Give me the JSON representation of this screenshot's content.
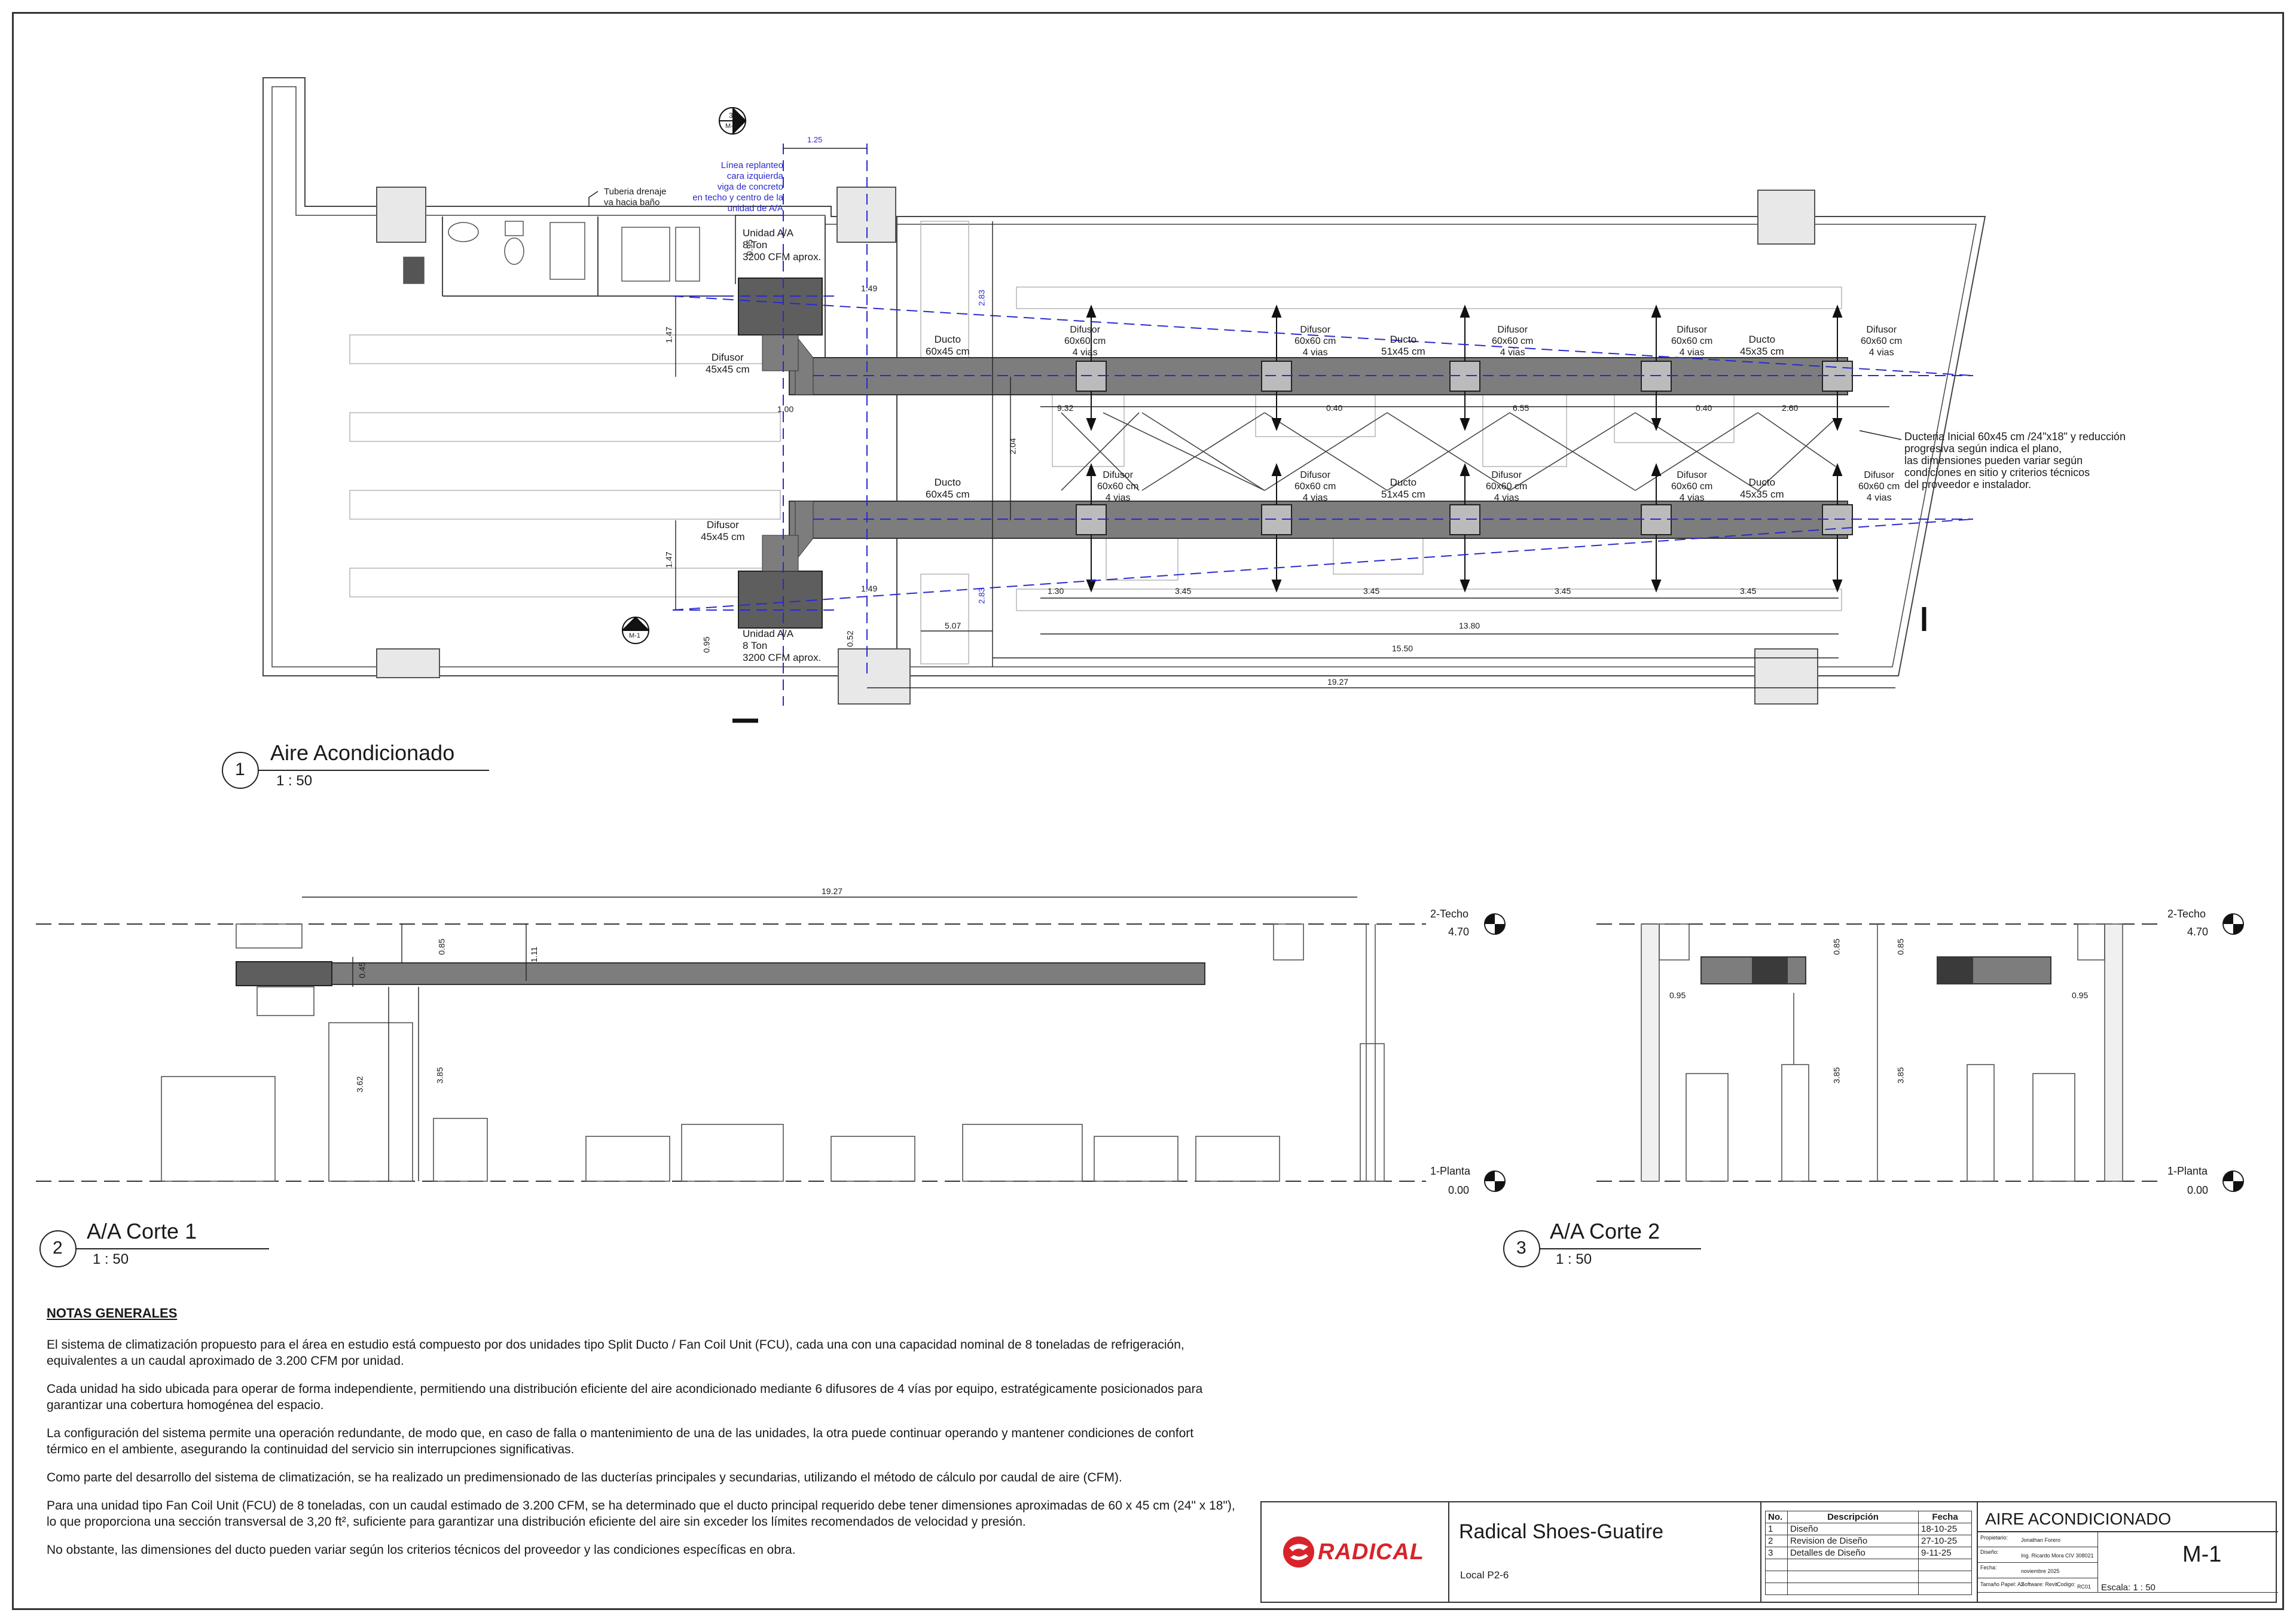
{
  "plan": {
    "title": "Aire Acondicionado",
    "scale": "1 : 50",
    "number": "1",
    "labels": {
      "drain": "Tuberia drenaje\nva hacia baño",
      "replanteo": "Línea replanteo\ncara izquierda\nviga de concreto\nen techo y centro de la\nunidad de A/A",
      "unit_top": "Unidad A/A\n8 Ton\n3200 CFM aprox.",
      "unit_bottom": "Unidad A/A\n8 Ton\n3200 CFM aprox.",
      "dif_45_top": "Difusor\n45x45 cm",
      "dif_45_bottom": "Difusor\n45x45 cm",
      "ducto_60_top": "Ducto\n60x45 cm",
      "ducto_60_bottom": "Ducto\n60x45 cm",
      "ducto_51_top": "Ducto\n51x45 cm",
      "ducto_51_bottom": "Ducto\n51x45 cm",
      "ducto_45_top": "Ducto\n45x35 cm",
      "ducto_45_bottom": "Ducto\n45x35 cm",
      "difusor_4v": "Difusor\n60x60 cm\n4 vias",
      "note_ducteria": "Ducteria Inicial 60x45 cm /24\"x18\" y reducción\nprogresiva según indica el plano,\nlas dimensiones pueden variar según\ncondiciones en sitio y criterios técnicos\ndel proveedor e instalador."
    },
    "dims": {
      "d125": "1.25",
      "d095a": "0.95",
      "d149a": "1.49",
      "d283a": "2.83",
      "d147a": "1.47",
      "d100": "1.00",
      "d204": "2.04",
      "d147b": "1.47",
      "d149b": "1.49",
      "d283b": "2.83",
      "d095b": "0.95",
      "d052": "0.52",
      "d507": "5.07",
      "d130": "1.30",
      "d345a": "3.45",
      "d345b": "3.45",
      "d345c": "3.45",
      "d345d": "3.45",
      "d1380": "13.80",
      "d1550": "15.50",
      "d1927": "19.27",
      "d932": "9.32",
      "d040a": "0.40",
      "d655": "6.55",
      "d040b": "0.40",
      "d260": "2.60"
    },
    "callouts": {
      "sec3_num": "3",
      "sec3_sheet": "M-1",
      "sec2_num": "2",
      "sec2_sheet": "M-1"
    }
  },
  "section1": {
    "title": "A/A Corte 1",
    "scale": "1 : 50",
    "number": "2",
    "dims": {
      "d1927": "19.27",
      "d045": "0.45",
      "d085": "0.85",
      "d111": "1.11",
      "d362": "3.62",
      "d385": "3.85"
    },
    "levels": {
      "top_name": "2-Techo",
      "top_value": "4.70",
      "bottom_name": "1-Planta",
      "bottom_value": "0.00"
    }
  },
  "section2": {
    "title": "A/A Corte 2",
    "scale": "1 : 50",
    "number": "3",
    "dims": {
      "d095a": "0.95",
      "d085a": "0.85",
      "d085b": "0.85",
      "d095b": "0.95",
      "d385a": "3.85",
      "d385b": "3.85"
    },
    "levels": {
      "top_name": "2-Techo",
      "top_value": "4.70",
      "bottom_name": "1-Planta",
      "bottom_value": "0.00"
    }
  },
  "notes": {
    "heading": "NOTAS GENERALES",
    "paragraphs": [
      "El sistema de climatización propuesto para el área en estudio está compuesto por dos unidades tipo Split Ducto / Fan Coil Unit (FCU), cada una con una capacidad nominal de 8 toneladas de refrigeración, equivalentes a un caudal aproximado de 3.200 CFM por unidad.",
      "Cada unidad ha sido ubicada para operar de forma independiente, permitiendo una distribución eficiente del aire acondicionado mediante 6 difusores de 4 vías por equipo, estratégicamente posicionados para garantizar una cobertura homogénea del espacio.",
      "La configuración del sistema permite una operación redundante, de modo que, en caso de falla o mantenimiento de una de las unidades, la otra puede continuar operando y mantener condiciones de confort térmico en el ambiente, asegurando la continuidad del servicio sin interrupciones significativas.",
      "Como parte del desarrollo del sistema de climatización, se ha realizado un predimensionado de las ducterías principales y secundarias, utilizando el método de cálculo por caudal de aire (CFM).",
      "Para una unidad tipo Fan Coil Unit (FCU) de 8 toneladas, con un caudal estimado de 3.200 CFM, se ha determinado que el ducto principal requerido debe tener dimensiones aproximadas de 60 x 45 cm (24\" x 18\"), lo que proporciona una sección transversal de 3,20 ft², suficiente para garantizar una distribución eficiente del aire sin exceder los límites recomendados de velocidad y presión.",
      "No obstante, las dimensiones del ducto pueden variar según los criterios técnicos del proveedor y las condiciones específicas en obra."
    ]
  },
  "titleblock": {
    "logo": "RADICAL",
    "project": "Radical Shoes-Guatire",
    "location": "Local P2-6",
    "revisions": {
      "headers": [
        "No.",
        "Descripción",
        "Fecha"
      ],
      "rows": [
        [
          "1",
          "Diseño",
          "18-10-25"
        ],
        [
          "2",
          "Revision de Diseño",
          "27-10-25"
        ],
        [
          "3",
          "Detalles de Diseño",
          "9-11-25"
        ]
      ]
    },
    "sheet_title": "AIRE ACONDICIONADO",
    "owner_label": "Propietario:",
    "owner": "Jonathan Forero",
    "design_label": "Diseño:",
    "designer": "Ing. Ricardo Mora CIV 308021",
    "date_label": "Fecha:",
    "date": "noviembre 2025",
    "paper_label": "Tamaño Papel: A2",
    "software_label": "Software: Revit",
    "code_label": "Codigo:",
    "code": "RC01",
    "sheet_number": "M-1",
    "scale_label": "Escala: 1 : 50"
  },
  "colors": {
    "duct": "#7d7d7d",
    "duct_dark": "#555555",
    "blue": "#2a2ad0",
    "line": "#333333"
  }
}
